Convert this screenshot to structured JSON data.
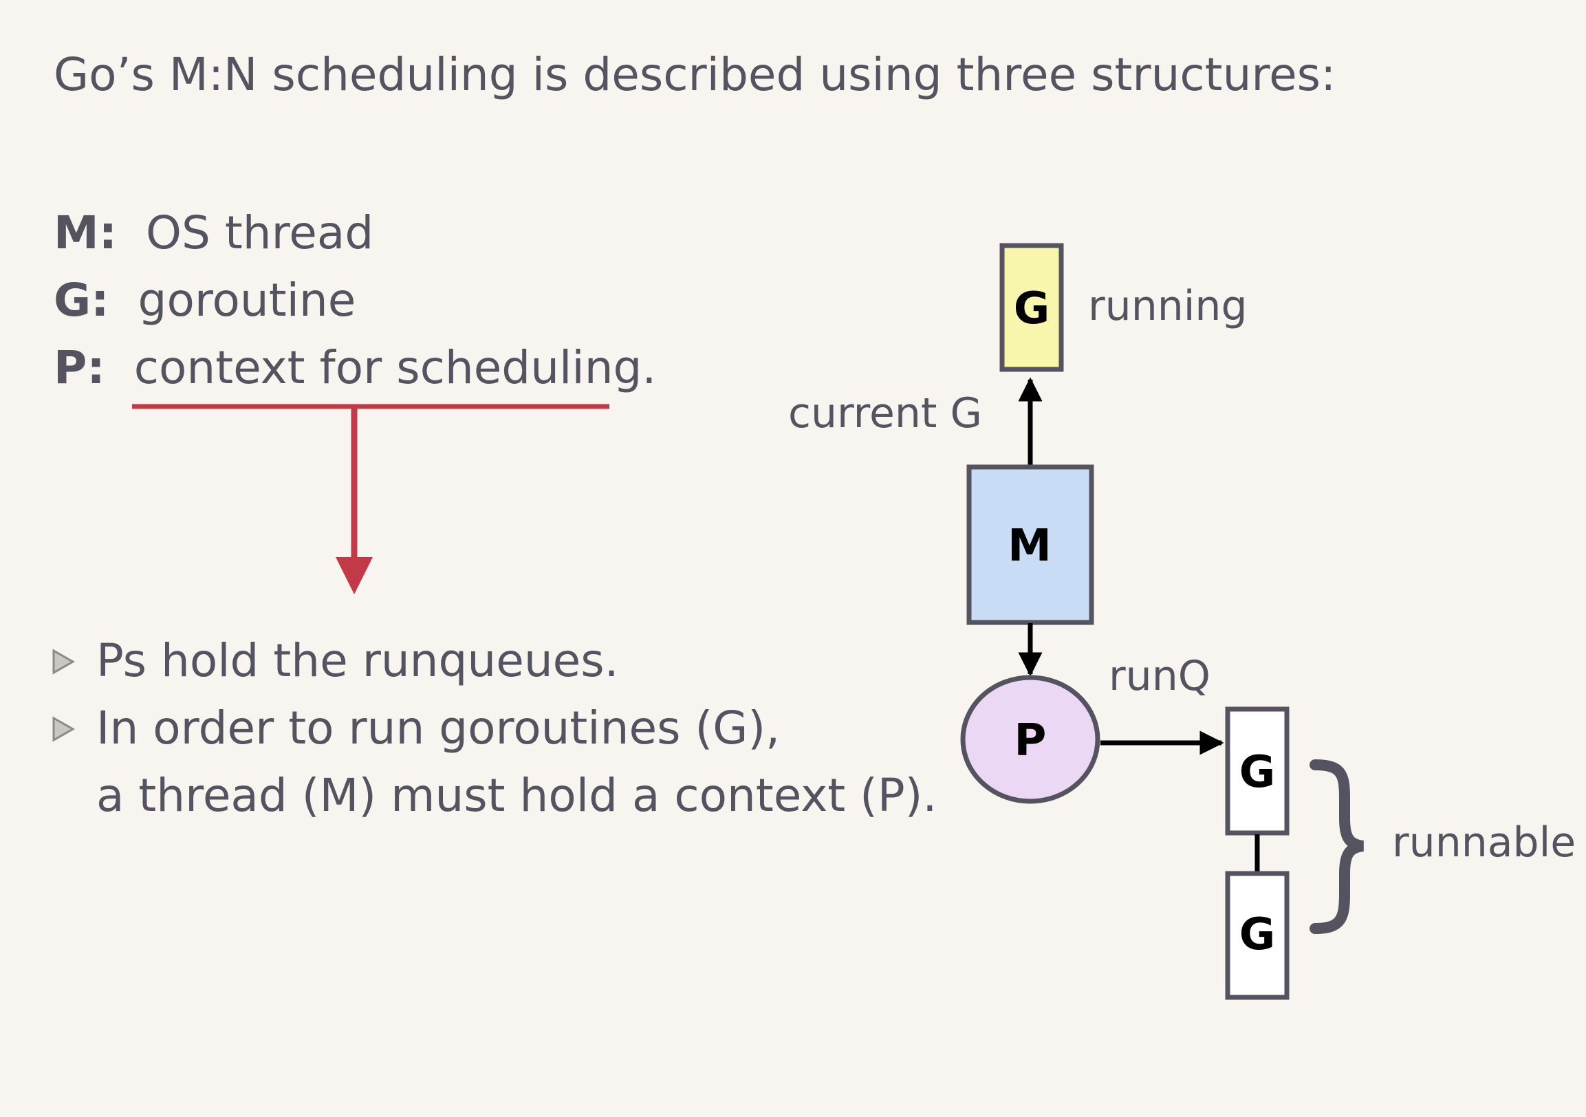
{
  "heading": "Go’s M:N scheduling is described using three structures:",
  "definitions": [
    {
      "term": "M:",
      "desc": "OS thread"
    },
    {
      "term": "G:",
      "desc": "goroutine"
    },
    {
      "term": "P:",
      "desc": "context for scheduling."
    }
  ],
  "bullets": [
    {
      "lines": [
        "Ps hold the runqueues."
      ]
    },
    {
      "lines": [
        "In order to run goroutines (G),",
        "a thread (M) must hold a context (P)."
      ]
    }
  ],
  "diagram": {
    "running_g": "G",
    "running_label": "running",
    "current_g_label": "current G",
    "m_label": "M",
    "p_label": "P",
    "runq_label": "runQ",
    "runnable_g1": "G",
    "runnable_g2": "G",
    "runnable_label": "runnable",
    "colors": {
      "g_running_fill": "#f8f5ad",
      "m_fill": "#c8ddf5",
      "p_fill": "#ead8f4",
      "runnable_fill": "#ffffff",
      "outline": "#55535f",
      "red_arrow": "#c23a47"
    }
  }
}
